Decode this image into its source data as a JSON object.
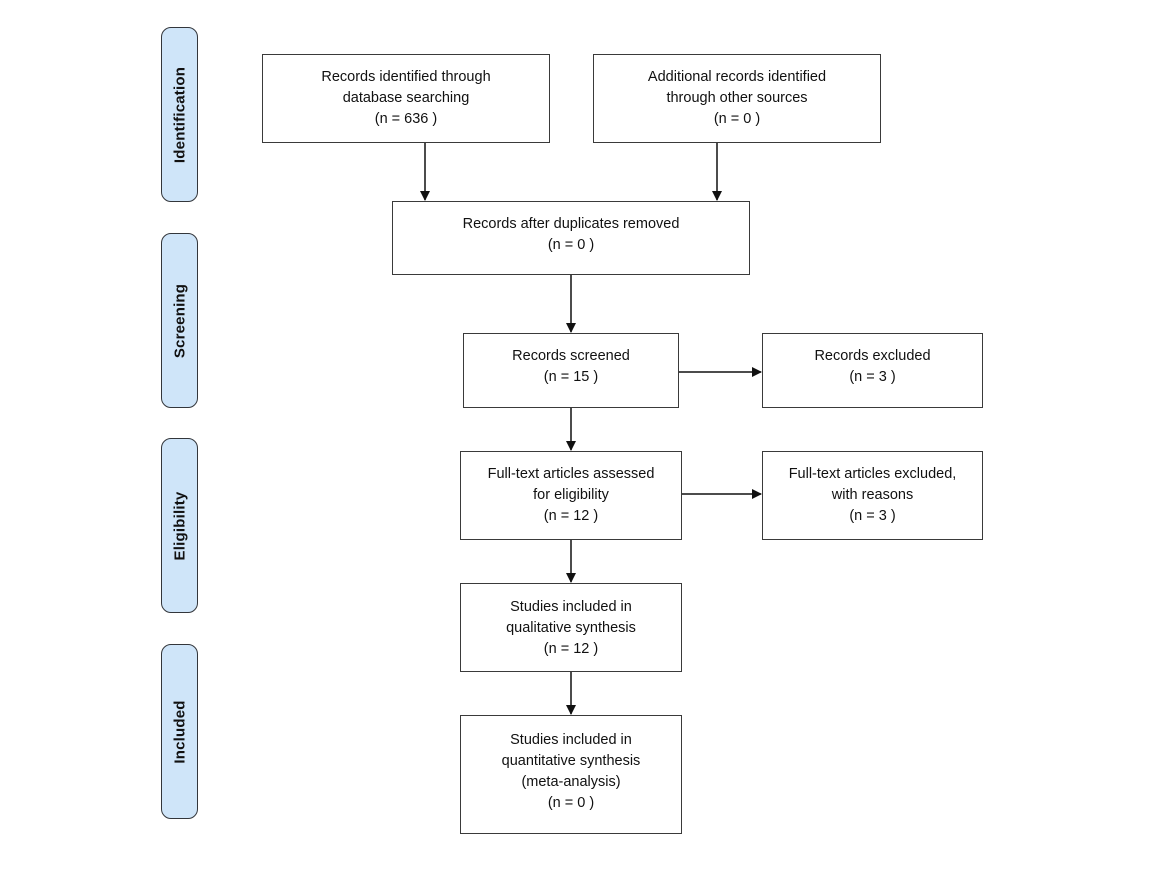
{
  "phases": {
    "identification": "Identification",
    "screening": "Screening",
    "eligibility": "Eligibility",
    "included": "Included"
  },
  "boxes": {
    "database_records": [
      "Records identified through",
      "database searching",
      "(n = 636   )"
    ],
    "other_records": [
      "Additional records identified",
      "through other sources",
      "(n = 0   )"
    ],
    "after_duplicates": [
      "Records after duplicates removed",
      "(n = 0  )"
    ],
    "screened": [
      "Records screened",
      "(n = 15  )"
    ],
    "excluded": [
      "Records excluded",
      "(n = 3  )"
    ],
    "fulltext_assessed": [
      "Full-text articles assessed",
      "for eligibility",
      "(n = 12  )"
    ],
    "fulltext_excluded": [
      "Full-text articles excluded,",
      "with reasons",
      "(n =  3  )"
    ],
    "qualitative": [
      "Studies included in",
      "qualitative synthesis",
      "(n = 12   )"
    ],
    "quantitative": [
      "Studies included in",
      "quantitative synthesis",
      "(meta-analysis)",
      "(n = 0  )"
    ]
  },
  "colors": {
    "phase_fill": "#cfe5f9",
    "stroke": "#333333"
  }
}
